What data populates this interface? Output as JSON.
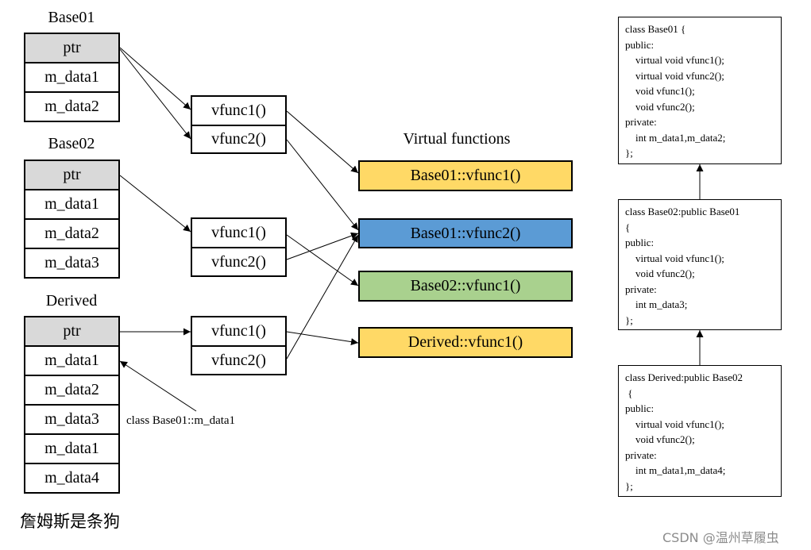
{
  "objects": {
    "base01": {
      "title": "Base01",
      "cells": [
        "ptr",
        "m_data1",
        "m_data2"
      ]
    },
    "base02": {
      "title": "Base02",
      "cells": [
        "ptr",
        "m_data1",
        "m_data2",
        "m_data3"
      ]
    },
    "derived": {
      "title": "Derived",
      "cells": [
        "ptr",
        "m_data1",
        "m_data2",
        "m_data3",
        "m_data1",
        "m_data4"
      ]
    }
  },
  "vtables": {
    "base01": [
      "vfunc1()",
      "vfunc2()"
    ],
    "base02": [
      "vfunc1()",
      "vfunc2()"
    ],
    "derived": [
      "vfunc1()",
      "vfunc2()"
    ]
  },
  "virtual_functions": {
    "heading": "Virtual functions",
    "items": [
      {
        "label": "Base01::vfunc1()",
        "color": "#ffd966"
      },
      {
        "label": "Base01::vfunc2()",
        "color": "#5b9bd5"
      },
      {
        "label": "Base02::vfunc1()",
        "color": "#a9d18e"
      },
      {
        "label": "Derived::vfunc1()",
        "color": "#ffd966"
      }
    ]
  },
  "annotation": "class Base01::m_data1",
  "code_blocks": [
    "class Base01 {\npublic:\n    virtual void vfunc1();\n    virtual void vfunc2();\n    void vfunc1();\n    void vfunc2();\nprivate:\n    int m_data1,m_data2;\n};",
    "class Base02:public Base01\n{\npublic:\n    virtual void vfunc1();\n    void vfunc2();\nprivate:\n    int m_data3;\n};",
    "class Derived:public Base02\n {\npublic:\n    virtual void vfunc1();\n    void vfunc2();\nprivate:\n    int m_data1,m_data4;\n};"
  ],
  "caption": "詹姆斯是条狗",
  "watermark": "CSDN @温州草履虫"
}
